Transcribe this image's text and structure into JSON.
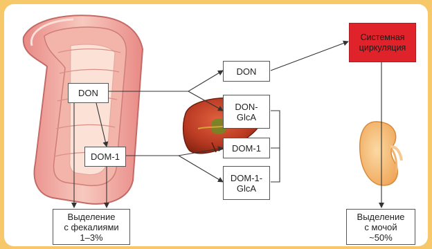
{
  "nodes": {
    "don_intestine": "DON",
    "dom1_intestine": "DOM-1",
    "fecal_excretion": "Выделение\nс фекалиями\n1–3%",
    "don_liver": "DON",
    "don_glca": "DON-\nGlcA",
    "dom1_liver": "DOM-1",
    "dom1_glca": "DOM-1-\nGlcA",
    "systemic_circulation": "Системная\nциркуляция",
    "urine_excretion": "Выделение\nс мочой\n~50%"
  },
  "icons": [
    "intestine-illustration",
    "liver-illustration",
    "kidney-illustration"
  ],
  "colors": {
    "frame": "#f6c86a",
    "systemic_box": "#e0232a",
    "arrow": "#333333"
  }
}
